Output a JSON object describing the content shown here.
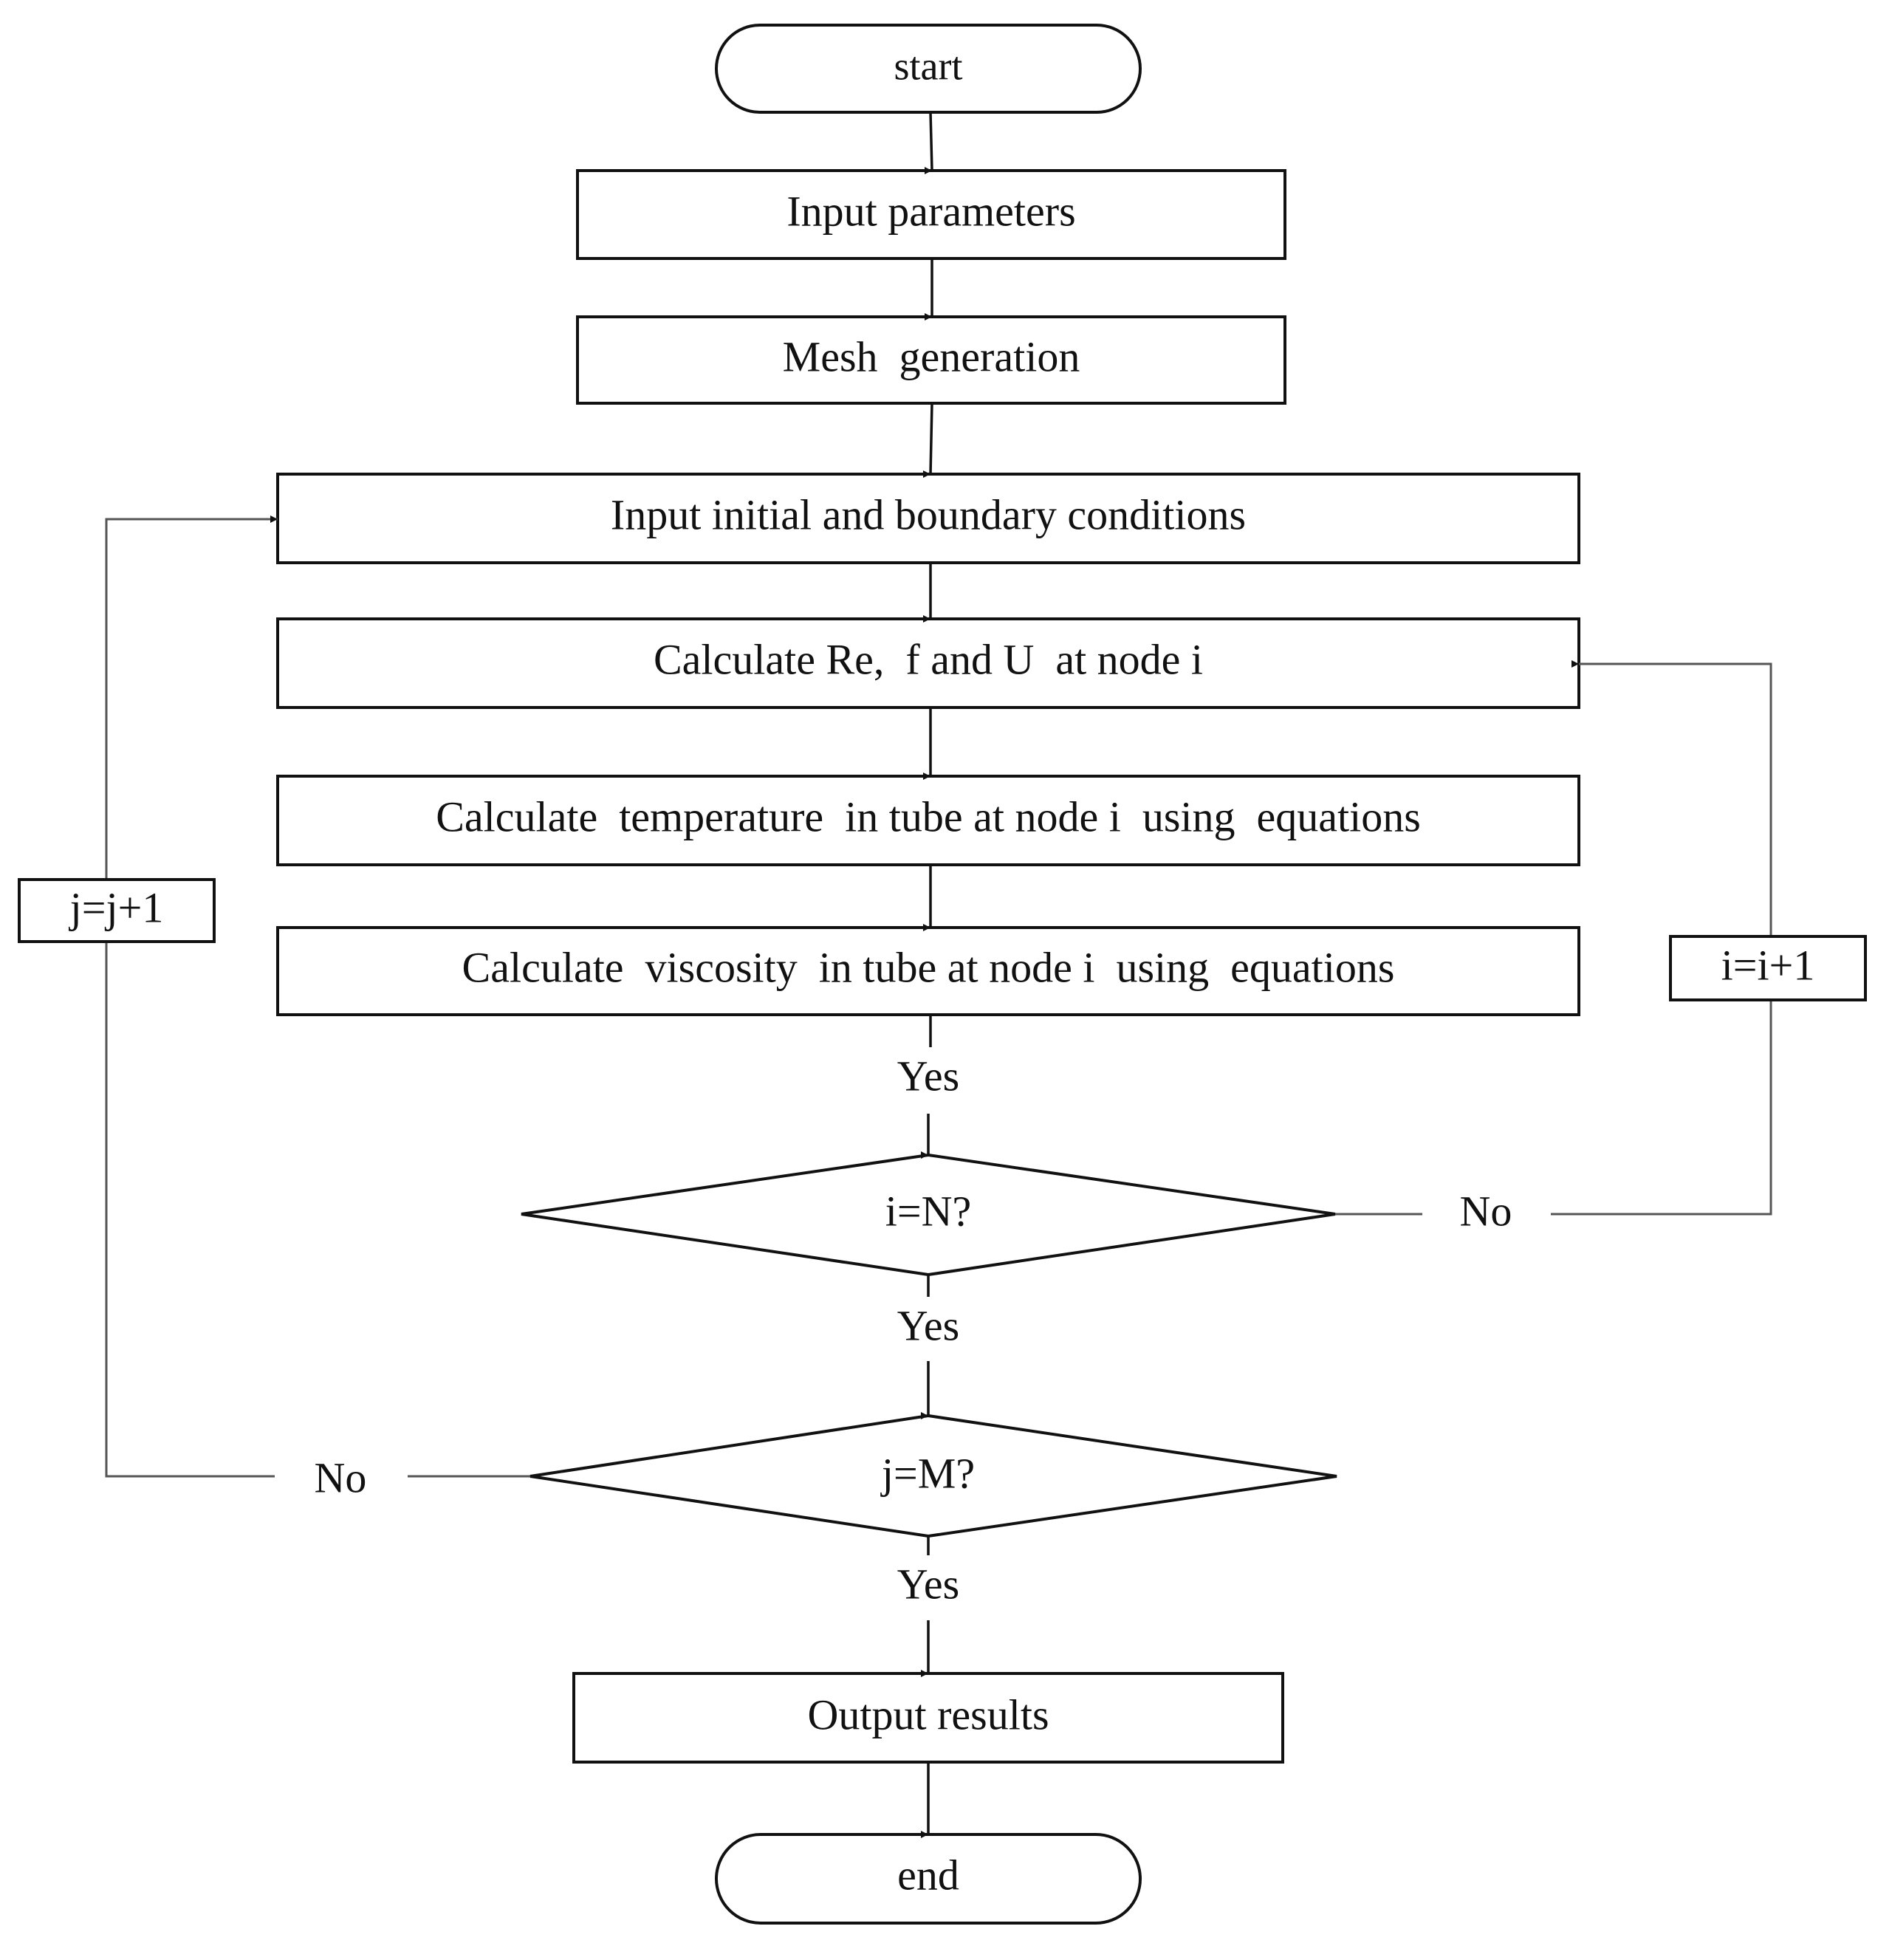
{
  "diagram": {
    "nodes": {
      "start": "start",
      "input_parameters": "Input parameters",
      "mesh_generation": "Mesh  generation",
      "initial_boundary": "Input initial and boundary conditions",
      "calc_re_f_u": "Calculate Re,  f and U  at node i",
      "calc_temperature": "Calculate  temperature  in tube at node i  using  equations",
      "calc_viscosity": "Calculate  viscosity  in tube at node i  using  equations",
      "decision_i": "i=N?",
      "decision_j": "j=M?",
      "output_results": "Output results",
      "end": "end"
    },
    "edge_labels": {
      "yes_after_viscosity": "Yes",
      "yes_after_i": "Yes",
      "yes_after_j": "Yes",
      "no_i": "No",
      "no_j": "No"
    },
    "loop_boxes": {
      "i_increment": "i=i+1",
      "j_increment": "j=j+1"
    }
  }
}
